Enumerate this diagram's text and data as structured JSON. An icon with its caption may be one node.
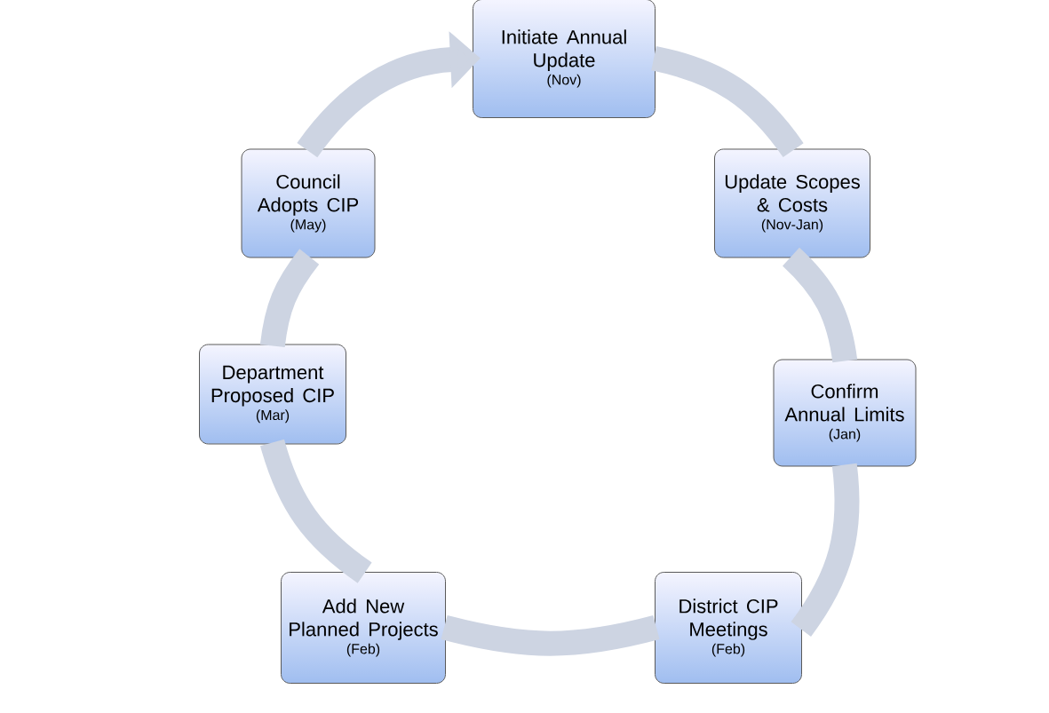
{
  "diagram": {
    "nodes": [
      {
        "text": [
          "Initiate Annual Update",
          "(Nov)"
        ]
      },
      {
        "text": [
          "Update Scopes & Costs",
          "(Nov-Jan)"
        ]
      },
      {
        "text": [
          "Confirm Annual Limits",
          "(Jan)"
        ]
      },
      {
        "text": [
          "District CIP Meetings",
          "(Feb)"
        ]
      },
      {
        "text": [
          "Add New Planned Projects",
          "(Feb)"
        ]
      },
      {
        "text": [
          "Department Proposed CIP",
          "(Mar)"
        ]
      },
      {
        "text": [
          "Council Adopts CIP",
          "(May)"
        ]
      }
    ],
    "edges": [
      {
        "from": 0,
        "to": 1,
        "arrow": "none"
      },
      {
        "from": 1,
        "to": 2,
        "arrow": "none"
      },
      {
        "from": 2,
        "to": 3,
        "arrow": "none"
      },
      {
        "from": 3,
        "to": 4,
        "arrow": "none"
      },
      {
        "from": 4,
        "to": 5,
        "arrow": "none"
      },
      {
        "from": 5,
        "to": 6,
        "arrow": "none"
      },
      {
        "from": 6,
        "to": 0,
        "arrow": "to"
      }
    ]
  }
}
